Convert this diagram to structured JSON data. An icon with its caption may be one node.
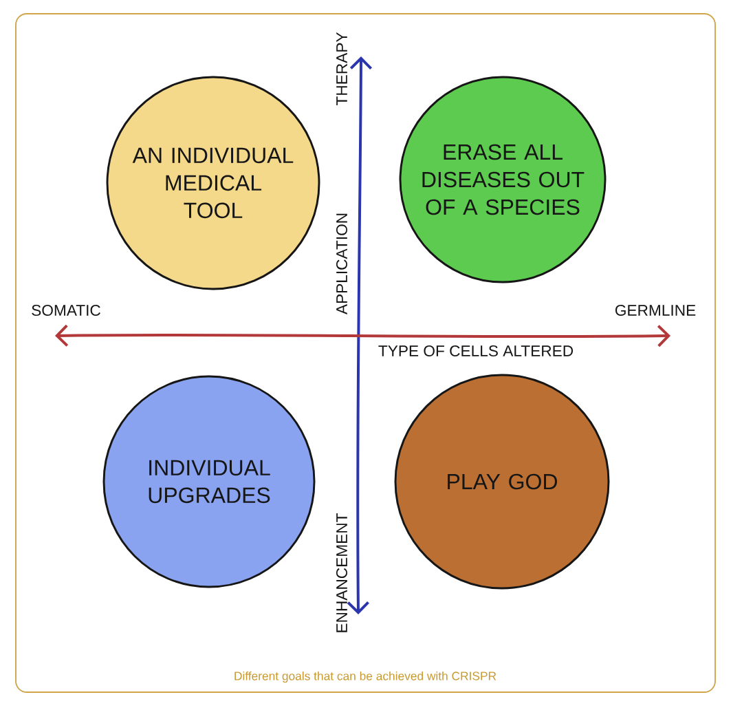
{
  "diagram": {
    "caption": "Different goals that can be achieved with CRISPR",
    "nodes": [
      {
        "text": [
          "AN INDIVIDUAL MEDICAL TOOL"
        ]
      },
      {
        "text": [
          "ERASE ALL DISEASES OUT OF A SPECIES"
        ]
      },
      {
        "text": [
          "INDIVIDUAL UPGRADES"
        ]
      },
      {
        "text": [
          "PLAY GOD"
        ]
      }
    ],
    "labels": [
      "THERAPY",
      "APPLICATION",
      "SOMATIC",
      "GERMLINE",
      "TYPE OF CELLS ALTERED",
      "ENHANCEMENT"
    ]
  }
}
